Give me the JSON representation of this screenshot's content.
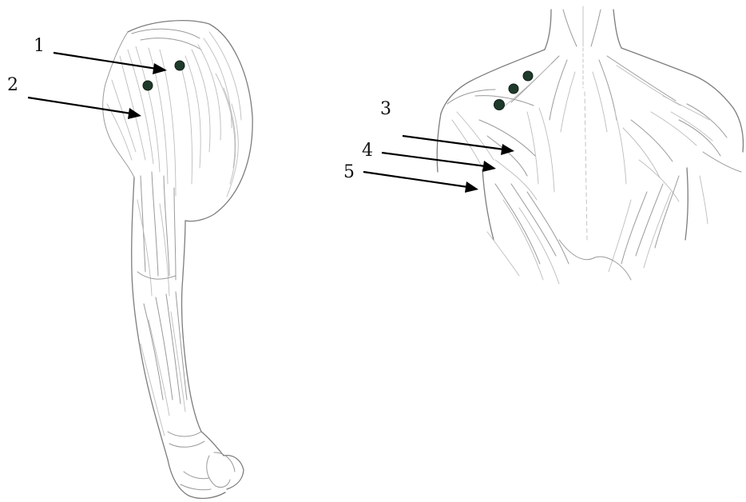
{
  "labels": [
    {
      "id": "1",
      "text": "1"
    },
    {
      "id": "2",
      "text": "2"
    },
    {
      "id": "3",
      "text": "3"
    },
    {
      "id": "4",
      "text": "4"
    },
    {
      "id": "5",
      "text": "5"
    }
  ],
  "markers": {
    "arm_points": 2,
    "back_points": 3,
    "color": "#1f3a2b"
  },
  "colors": {
    "background": "#ffffff",
    "sketch_line": "#9a9a9a",
    "arrow": "#000000",
    "label_text": "#111111"
  }
}
